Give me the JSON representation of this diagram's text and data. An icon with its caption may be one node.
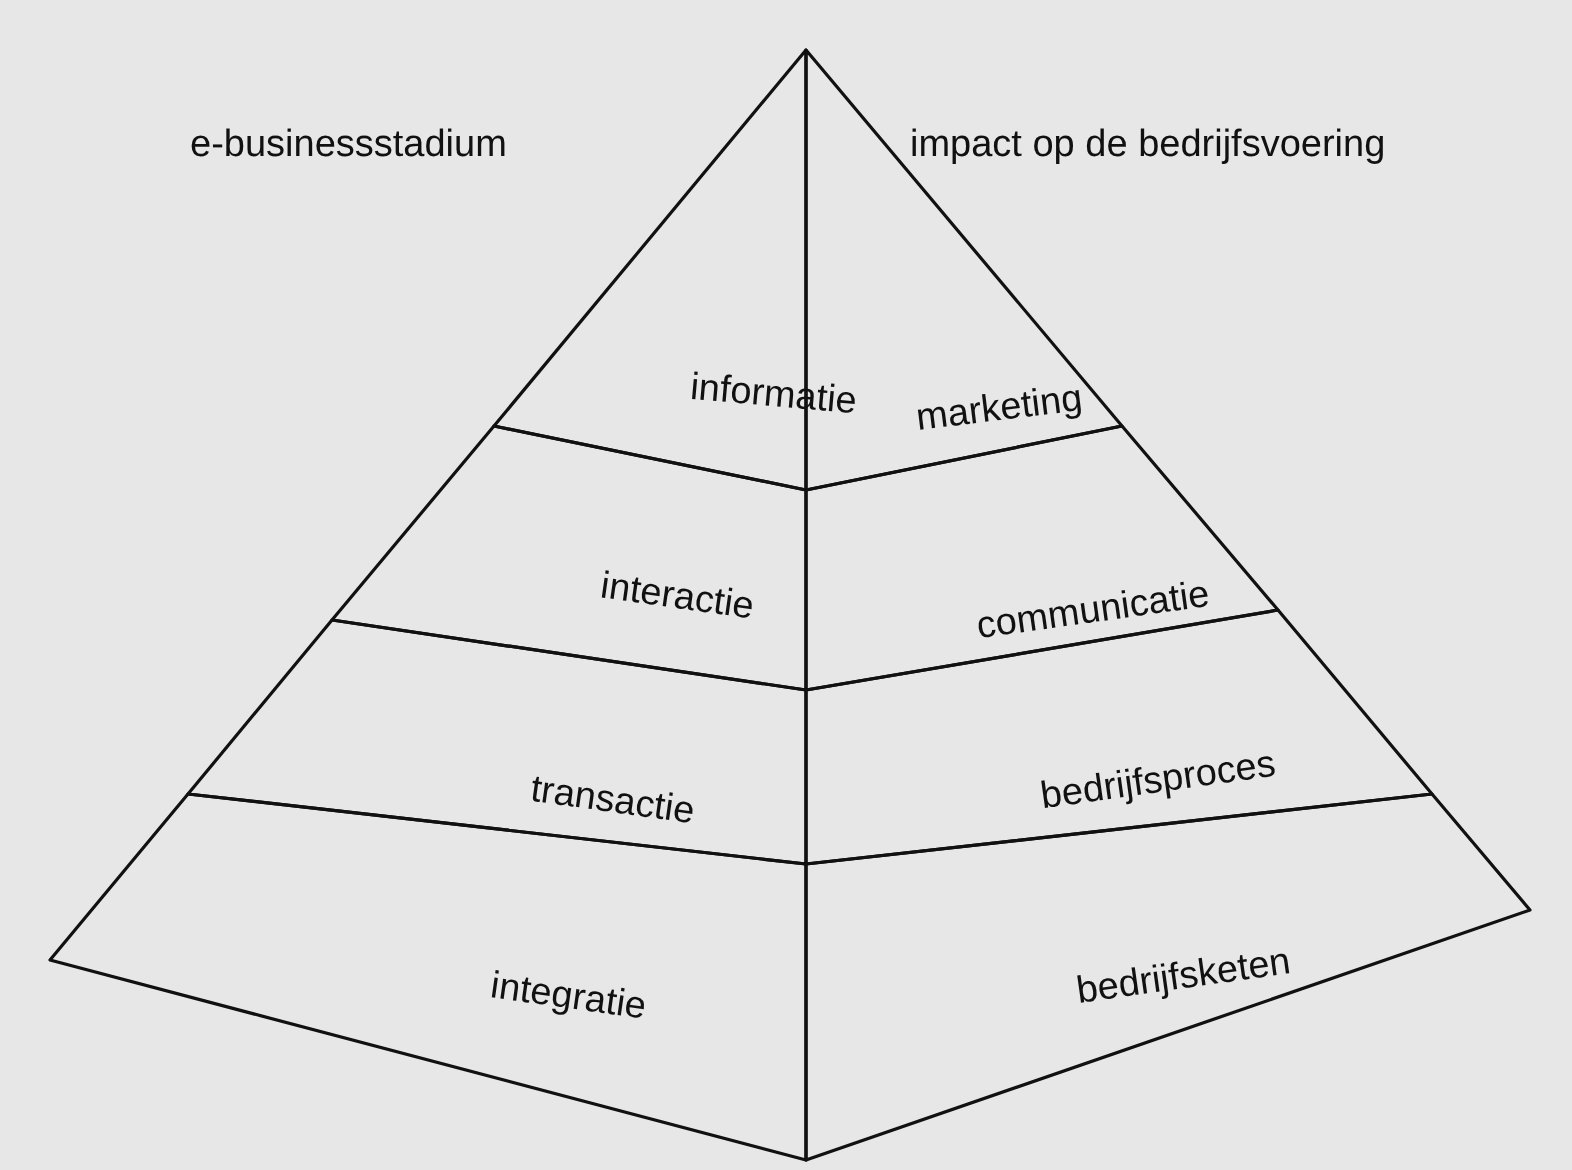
{
  "diagram": {
    "nodes": [
      {
        "text": [
          "informatie"
        ]
      },
      {
        "text": [
          "marketing"
        ]
      },
      {
        "text": [
          "interactie"
        ]
      },
      {
        "text": [
          "communicatie"
        ]
      },
      {
        "text": [
          "transactie"
        ]
      },
      {
        "text": [
          "bedrijfsproces"
        ]
      },
      {
        "text": [
          "integratie"
        ]
      },
      {
        "text": [
          "bedrijfsketen"
        ]
      }
    ],
    "labels": [
      "e-businessstadium",
      "impact op de bedrijfsvoering"
    ]
  }
}
